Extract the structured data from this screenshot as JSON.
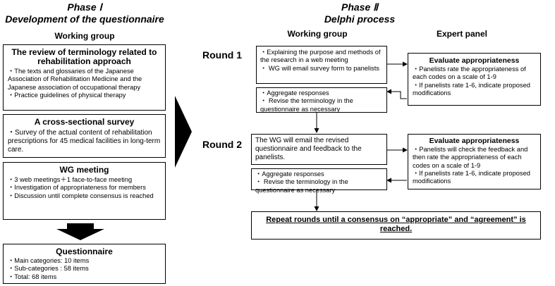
{
  "phase1": {
    "title_line1": "Phase Ⅰ",
    "title_line2": "Development of the questionnaire",
    "group_label": "Working group",
    "review": {
      "title": "The review of terminology related to rehabilitation approach",
      "items": [
        "・The texts and glossaries of the Japanese Association of Rehabilitation Medicine and the Japanese association of occupational therapy",
        "・Practice guidelines of physical therapy"
      ]
    },
    "survey": {
      "title": "A cross-sectional survey",
      "items": [
        "・Survey of the actual content of rehabilitation prescriptions for 45 medical facilities in long-term care."
      ]
    },
    "meeting": {
      "title": "WG meeting",
      "items": [
        "・3 web meetings＋1 face-to-face meeting",
        "・Investigation of appropriateness for members",
        "・Discussion until complete consensus is reached"
      ]
    },
    "questionnaire": {
      "title": "Questionnaire",
      "items": [
        "・Main categories: 10 items",
        "・Sub-categories : 58 items",
        "・Total: 68 items"
      ]
    }
  },
  "phase2": {
    "title_line1": "Phase Ⅱ",
    "title_line2": "Delphi process",
    "wg_label": "Working group",
    "expert_label": "Expert panel",
    "round1": {
      "label": "Round 1",
      "wg_box": [
        "・Explaining the purpose and methods of the research in a web meeting",
        "・ WG will email survey form to panelists"
      ],
      "expert_title": "Evaluate appropriateness",
      "expert_items": [
        "・Panelists rate the appropriateness of each codes on a scale of 1-9",
        "・If panelists rate 1-6, indicate proposed modifications"
      ],
      "aggregate": [
        "・Aggregate responses",
        "・ Revise the terminology in the questionnaire as necessary"
      ]
    },
    "round2": {
      "label": "Round 2",
      "wg_box": "The WG will email the revised questionnaire and feedback to the panelists.",
      "expert_title": "Evaluate appropriateness",
      "expert_items": [
        "・Panelists will check the feedback and then rate the appropriateness of each codes on a scale of 1-9",
        "・If panelists rate 1-6, indicate proposed modifications"
      ],
      "aggregate": [
        "・Aggregate responses",
        "・ Revise the terminology in the questionnaire as necessary"
      ]
    },
    "final": "Repeat rounds until a consensus on “appropriate” and “agreement” is reached."
  }
}
